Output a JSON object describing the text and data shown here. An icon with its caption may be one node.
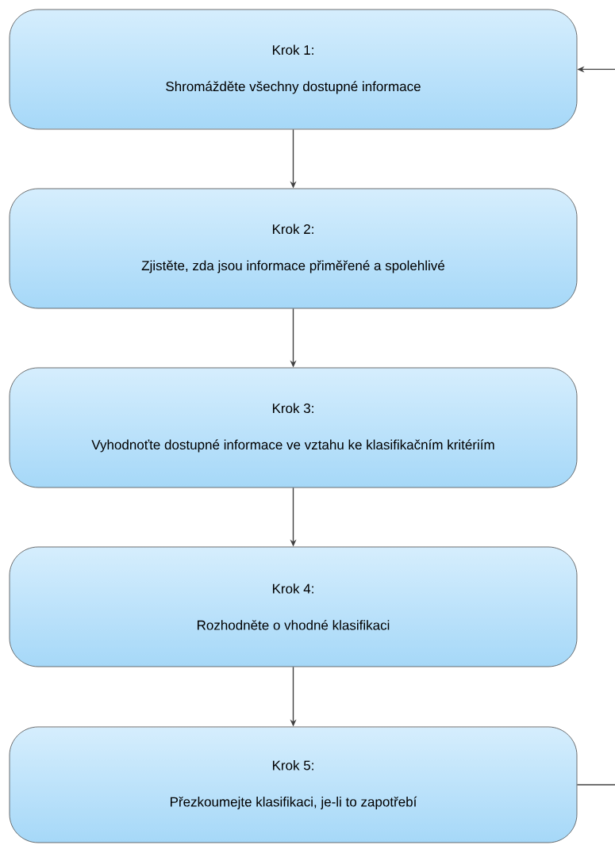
{
  "diagram": {
    "nodes": [
      {
        "text": [
          "Krok 1:",
          "Shromážděte všechny dostupné informace"
        ]
      },
      {
        "text": [
          "Krok 2:",
          "Zjistěte, zda jsou informace přiměřené a spolehlivé"
        ]
      },
      {
        "text": [
          "Krok 3:",
          "Vyhodnoťte dostupné informace ve vztahu ke klasifikačním kritériím"
        ]
      },
      {
        "text": [
          "Krok 4:",
          "Rozhodněte o vhodné klasifikaci"
        ]
      },
      {
        "text": [
          "Krok 5:",
          "Přezkoumejte klasifikaci, je-li to zapotřebí"
        ]
      }
    ],
    "edges": [
      {
        "from": 0,
        "to": 1,
        "arrow": "to"
      },
      {
        "from": 1,
        "to": 2,
        "arrow": "to"
      },
      {
        "from": 2,
        "to": 3,
        "arrow": "to"
      },
      {
        "from": 3,
        "to": 4,
        "arrow": "to"
      },
      {
        "from": 4,
        "to": null,
        "arrow": "none"
      },
      {
        "from": null,
        "to": 0,
        "arrow": "to"
      }
    ]
  }
}
